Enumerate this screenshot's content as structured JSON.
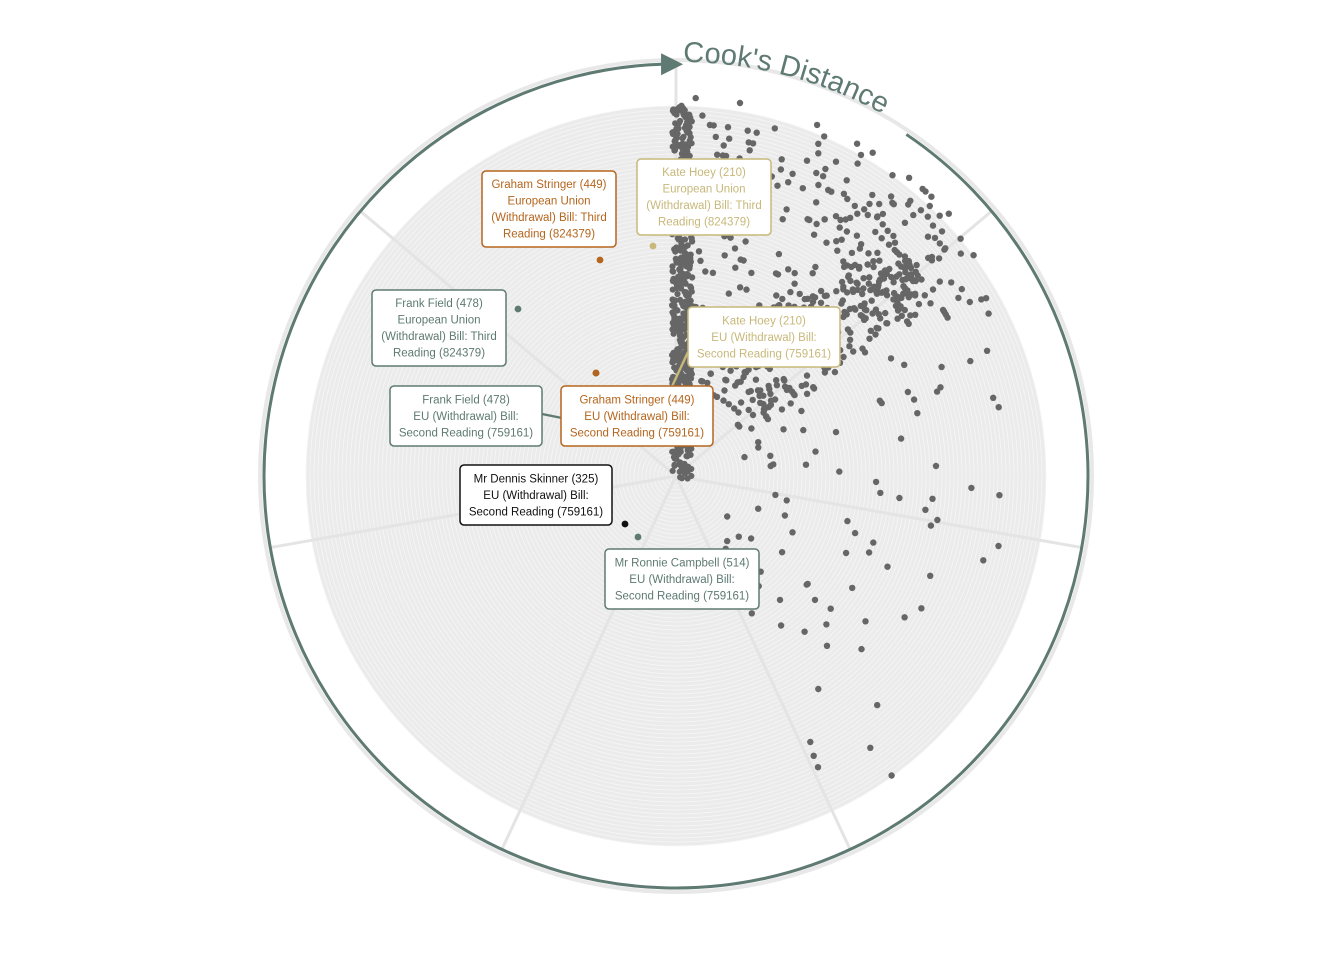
{
  "chart_data": {
    "type": "scatter",
    "title": "Cook's Distance",
    "colors": {
      "axis": "#5e7a72",
      "points": "#666666",
      "grid": "#e2e2e2",
      "disc": "#ebebeb"
    },
    "highlighted_points": [
      {
        "name": "Graham Stringer (449) European Union (Withdrawal) Bill: Third Reading (824379)",
        "color": "#b5651d",
        "lines": [
          "Graham Stringer (449)",
          "European Union",
          "(Withdrawal) Bill: Third",
          "Reading (824379)"
        ]
      },
      {
        "name": "Kate Hoey (210) European Union (Withdrawal) Bill: Third Reading (824379)",
        "color": "#c8b87a",
        "lines": [
          "Kate Hoey (210)",
          "European Union",
          "(Withdrawal) Bill: Third",
          "Reading (824379)"
        ]
      },
      {
        "name": "Frank Field (478) European Union (Withdrawal) Bill: Third Reading (824379)",
        "color": "#5e7a72",
        "lines": [
          "Frank Field (478)",
          "European Union",
          "(Withdrawal) Bill: Third",
          "Reading (824379)"
        ]
      },
      {
        "name": "Kate Hoey (210) EU (Withdrawal) Bill: Second Reading (759161)",
        "color": "#c8b87a",
        "lines": [
          "Kate Hoey (210)",
          "EU (Withdrawal) Bill:",
          "Second Reading (759161)"
        ]
      },
      {
        "name": "Frank Field (478) EU (Withdrawal) Bill: Second Reading (759161)",
        "color": "#5e7a72",
        "lines": [
          "Frank Field (478)",
          "EU (Withdrawal) Bill:",
          "Second Reading (759161)"
        ]
      },
      {
        "name": "Graham Stringer (449) EU (Withdrawal) Bill: Second Reading (759161)",
        "color": "#b5651d",
        "lines": [
          "Graham Stringer (449)",
          "EU (Withdrawal) Bill:",
          "Second Reading (759161)"
        ]
      },
      {
        "name": "Mr Dennis Skinner (325) EU (Withdrawal) Bill: Second Reading (759161)",
        "color": "#111111",
        "lines": [
          "Mr Dennis Skinner (325)",
          "EU (Withdrawal) Bill:",
          "Second Reading (759161)"
        ]
      },
      {
        "name": "Mr Ronnie Campbell (514) EU (Withdrawal) Bill: Second Reading (759161)",
        "color": "#5e7a72",
        "lines": [
          "Mr Ronnie Campbell (514)",
          "EU (Withdrawal) Bill:",
          "Second Reading (759161)"
        ]
      }
    ]
  }
}
